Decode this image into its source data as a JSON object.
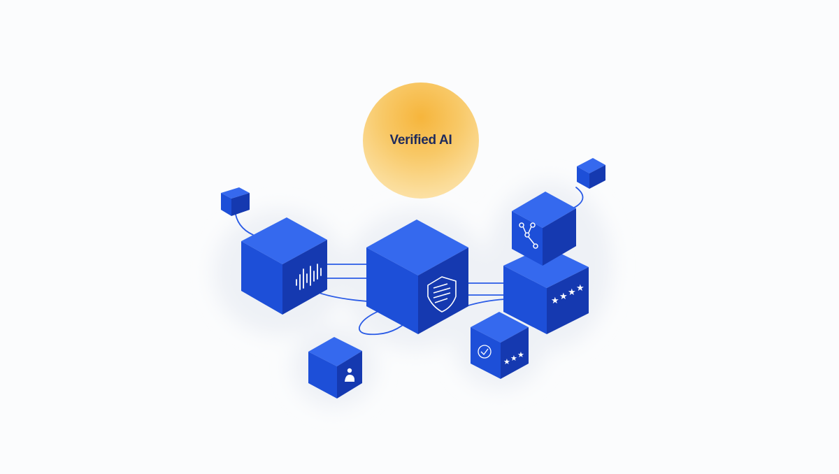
{
  "badge": {
    "label": "Verified AI"
  },
  "colors": {
    "background": "#fbfcfd",
    "cube_front": "#1d4fd8",
    "cube_top": "#3366ee",
    "cube_side": "#1539b0",
    "badge_center": "#f6b53c",
    "badge_edge": "#fde9bd",
    "badge_text": "#1e2a5c"
  },
  "cubes": [
    {
      "name": "cube-small-top-left",
      "icon": "none"
    },
    {
      "name": "cube-left",
      "icon": "waveform-icon"
    },
    {
      "name": "cube-center",
      "icon": "shield-document-icon"
    },
    {
      "name": "cube-small-top-right",
      "icon": "none"
    },
    {
      "name": "cube-right-upper",
      "icon": "network-nodes-icon"
    },
    {
      "name": "cube-right-lower",
      "icon": "four-stars-icon"
    },
    {
      "name": "cube-bottom-left",
      "icon": "person-icon"
    },
    {
      "name": "cube-bottom-right",
      "icon": "seal-three-stars-icon"
    }
  ]
}
